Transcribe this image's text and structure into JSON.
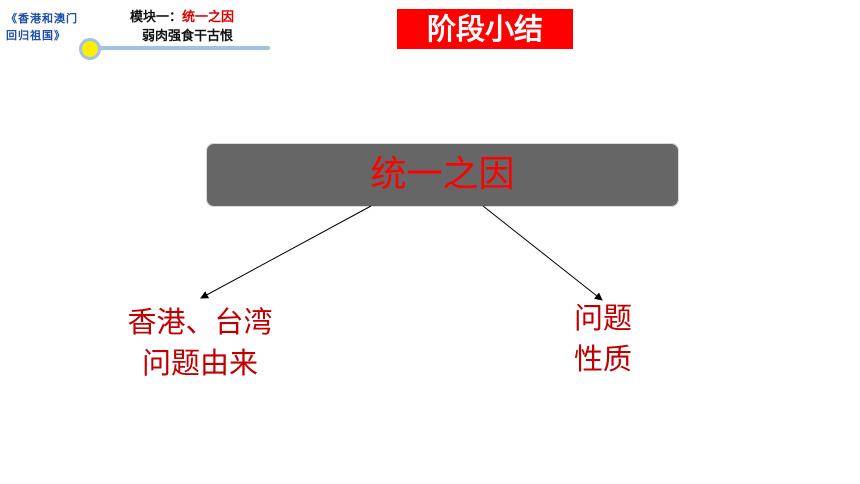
{
  "header": {
    "course_title_line1": "《香港和澳门",
    "course_title_line2": "回归祖国》",
    "module_prefix": "模块一：",
    "module_name": "统一之因",
    "module_subtitle": "弱肉强食干古恨"
  },
  "stage_label": "阶段小结",
  "diagram": {
    "center": "统一之因",
    "left_line1": "香港、台湾",
    "left_line2": "问题由来",
    "right_line1": "问题",
    "right_line2": "性质"
  },
  "colors": {
    "accent_red": "#ff0000",
    "text_dark_red": "#c00000",
    "box_gray": "#666666",
    "progress_blue": "#9dc3e6",
    "dot_yellow": "#ffee00",
    "title_blue": "#1f4fa8"
  }
}
